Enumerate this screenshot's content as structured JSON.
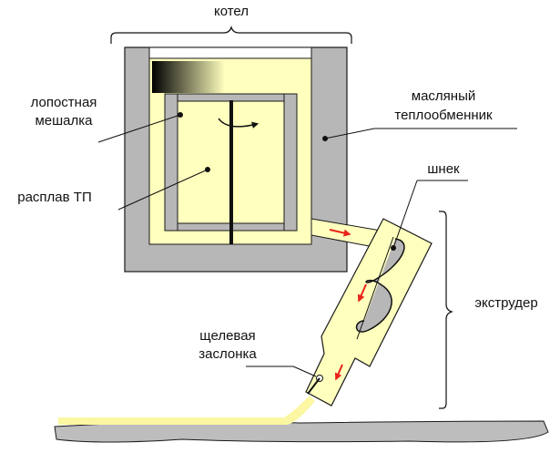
{
  "labels": {
    "kotel": "котел",
    "mixer_line1": "лопостная",
    "mixer_line2": "мешалка",
    "oil_line1": "масляный",
    "oil_line2": "теплообменник",
    "melt": "расплав ТП",
    "screw": "шнек",
    "extruder": "экструдер",
    "gate_line1": "щелевая",
    "gate_line2": "заслонка"
  },
  "colors": {
    "wall": "#b7b7b7",
    "melt": "#ffffbe",
    "melt_stream": "#fbf7a2",
    "outline": "#1a1a1a",
    "flow_arrow": "#e8231a",
    "base": "#bdbdbd"
  }
}
